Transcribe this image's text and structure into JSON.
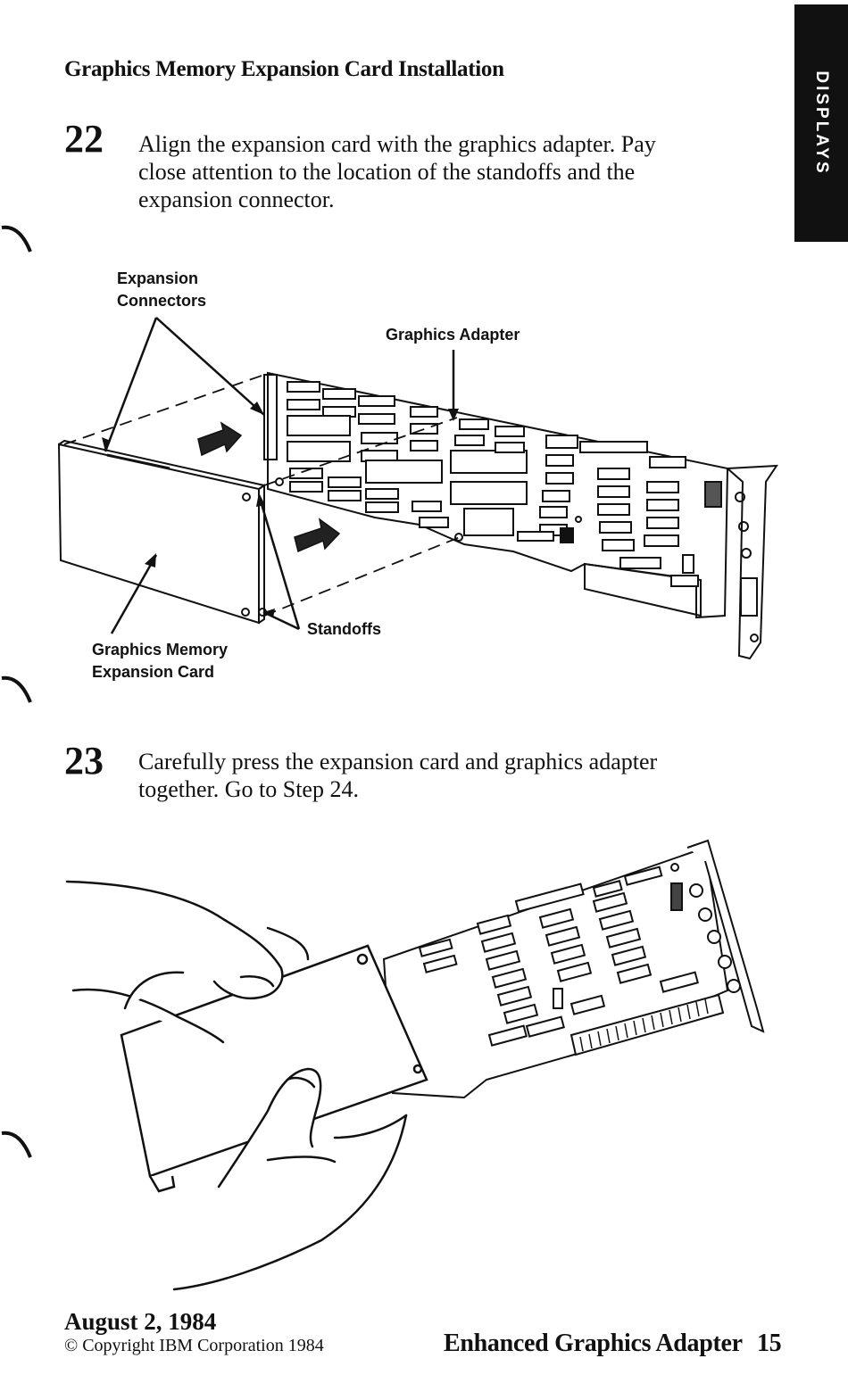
{
  "header": {
    "section_title": "Graphics Memory Expansion Card Installation",
    "side_tab": "DISPLAYS"
  },
  "steps": [
    {
      "number": "22",
      "lines": [
        "Align the expansion card with the graphics adapter.  Pay",
        "close attention to the location of the standoffs and the",
        "expansion connector."
      ]
    },
    {
      "number": "23",
      "lines": [
        "Carefully press the expansion card and graphics adapter",
        "together.  Go to Step 24."
      ]
    }
  ],
  "figure1": {
    "labels": {
      "expansion_connectors": [
        "Expansion",
        "Connectors"
      ],
      "graphics_adapter": "Graphics Adapter",
      "standoffs": "Standoffs",
      "memory_card": [
        "Graphics Memory",
        "Expansion Card"
      ]
    }
  },
  "footer": {
    "date": "August 2, 1984",
    "copyright": "© Copyright IBM Corporation 1984",
    "doc_title": "Enhanced Graphics Adapter",
    "page_number": "15"
  }
}
